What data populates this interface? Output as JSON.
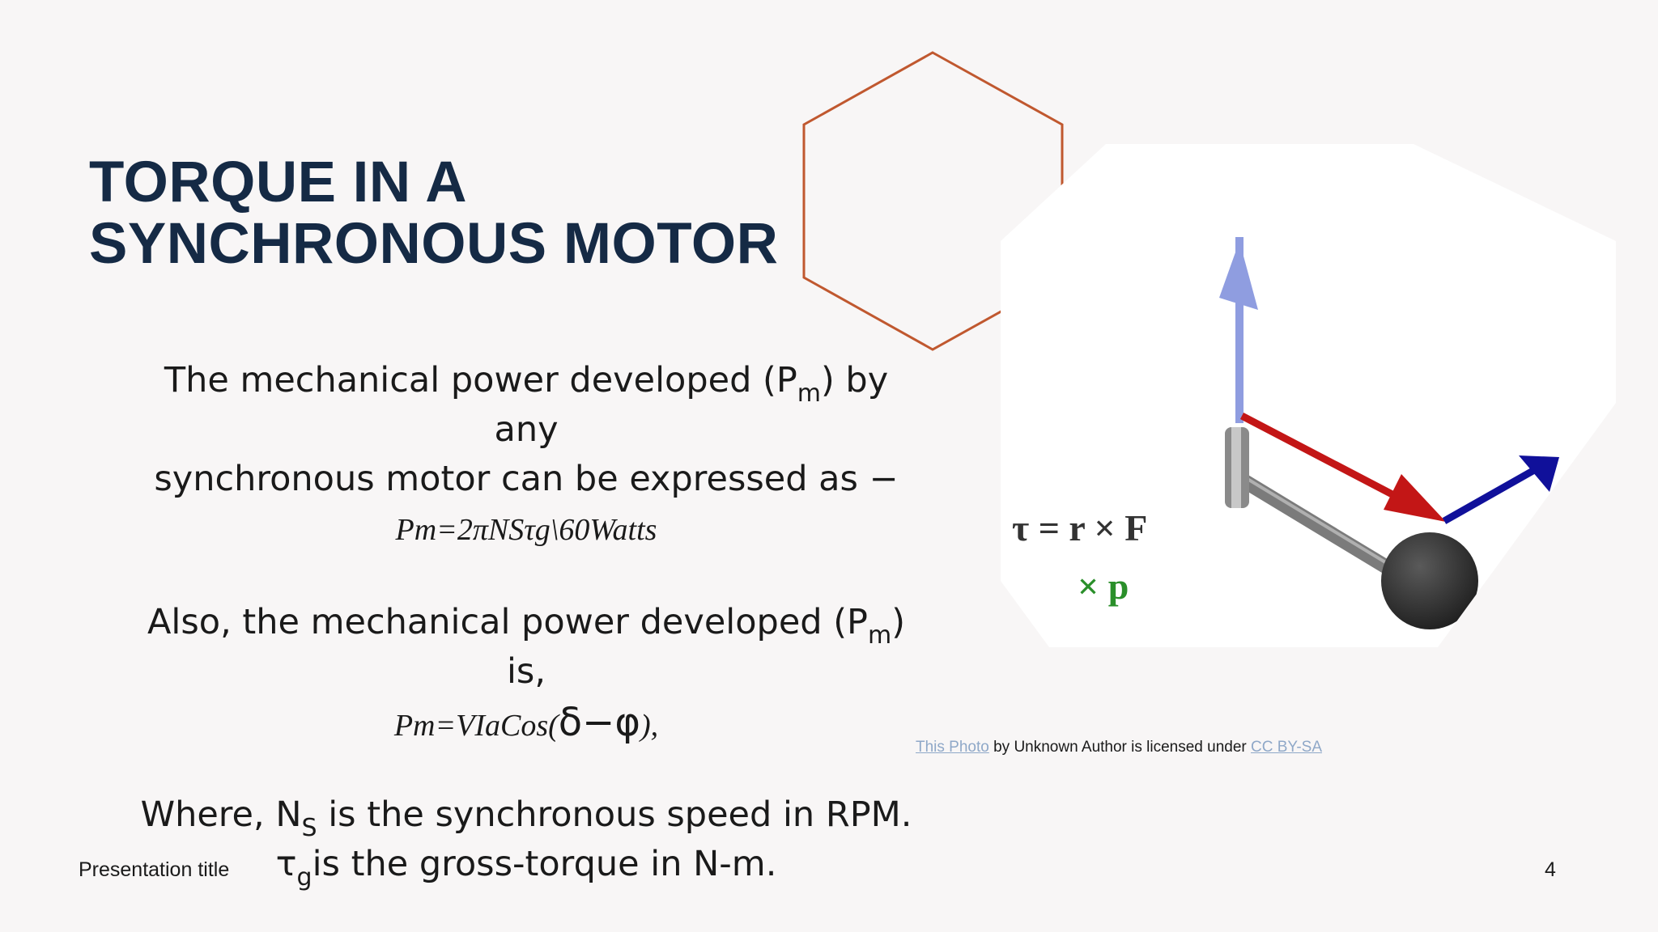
{
  "slide": {
    "title_line1": "TORQUE IN A",
    "title_line2": "SYNCHRONOUS MOTOR",
    "para1_a": "The mechanical power developed (P",
    "para1_sub": "m",
    "para1_b": ") by any",
    "para1_c": "synchronous motor can be expressed as −",
    "formula1": "Pm=2πNSτg\\60Watts",
    "para2_a": "Also, the mechanical power developed (P",
    "para2_sub": "m",
    "para2_b": ") is,",
    "formula2_a": "Pm=VIaCos(",
    "formula2_greek": "δ−φ",
    "formula2_b": "),",
    "para3_a": "Where, N",
    "para3_sub": "S",
    "para3_b": " is the synchronous speed in RPM.",
    "para4_a": "τ",
    "para4_sub": "g",
    "para4_b": "is the gross-torque in N-m."
  },
  "image": {
    "formula_line1": "τ = r × F",
    "formula_line2": "× p"
  },
  "credit": {
    "link1": "This Photo",
    "middle": " by Unknown Author is licensed under ",
    "link2": "CC BY-SA"
  },
  "footer": {
    "presentation_title": "Presentation title",
    "page_number": "4"
  },
  "colors": {
    "background": "#f8f6f6",
    "title": "#152a45",
    "hexagon_outline": "#c0582f"
  }
}
